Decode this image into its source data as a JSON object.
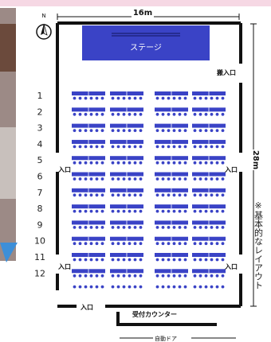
{
  "compass": {
    "north_label": "N"
  },
  "hall": {
    "width_label": "16m",
    "depth_label": "28m",
    "stage_label": "ステージ",
    "entrance_label": "入口",
    "staff_entrance_label": "搬入口",
    "reception_label": "受付カウンター",
    "auto_door_label": "自動ドア",
    "note_label": "※基本的なレイアウト",
    "stage_color": "#3a43c6",
    "table_color": "#3a43c6"
  },
  "rows": [
    "1",
    "2",
    "3",
    "4",
    "5",
    "6",
    "7",
    "8",
    "9",
    "10",
    "11",
    "12"
  ],
  "left_entrance_rows": [
    "5",
    "11"
  ]
}
